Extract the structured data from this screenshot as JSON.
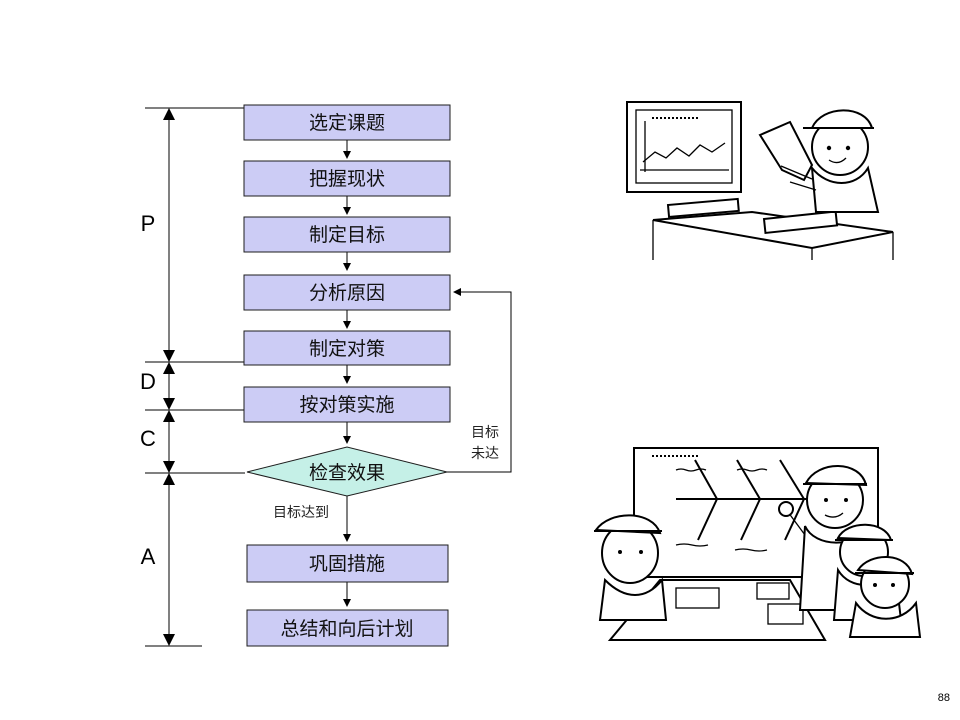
{
  "flow": {
    "steps": [
      "选定课题",
      "把握现状",
      "制定目标",
      "分析原因",
      "制定对策",
      "按对策实施",
      "检查效果",
      "巩固措施",
      "总结和向后计划"
    ],
    "branch_fail": [
      "目标",
      "未达"
    ],
    "branch_pass": "目标达到"
  },
  "phases": [
    "P",
    "D",
    "C",
    "A"
  ],
  "page_number": "88",
  "colors": {
    "process_box": "#ccccf5",
    "decision": "#c5f0e7",
    "line": "#000000"
  }
}
